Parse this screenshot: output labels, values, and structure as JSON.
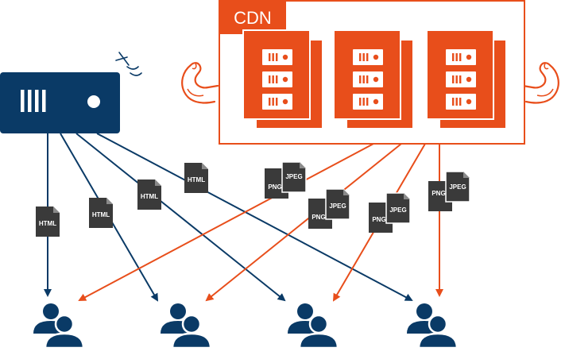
{
  "cdn": {
    "label": "CDN"
  },
  "origin_server": {
    "icon": "server-icon"
  },
  "html_documents": [
    {
      "label": "HTML"
    },
    {
      "label": "HTML"
    },
    {
      "label": "HTML"
    },
    {
      "label": "HTML"
    }
  ],
  "image_pairs": [
    {
      "back_label": "PNG",
      "front_label": "JPEG"
    },
    {
      "back_label": "PNG",
      "front_label": "JPEG"
    },
    {
      "back_label": "PNG",
      "front_label": "JPEG"
    },
    {
      "back_label": "PNG",
      "front_label": "JPEG"
    }
  ],
  "colors": {
    "origin": "#0a3a66",
    "cdn": "#e84e1b",
    "document": "#3a3a3a",
    "background": "#ffffff"
  }
}
